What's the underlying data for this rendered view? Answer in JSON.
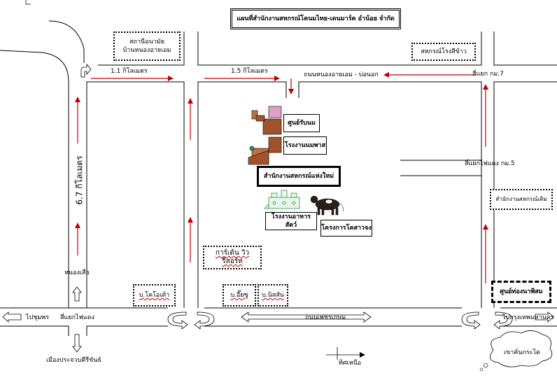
{
  "title": "แผนที่สำนักงานสหกรณ์โคนมไทย-เดนมาร์ค อำน้อย จำกัด",
  "places": {
    "health_station": [
      "สถานีอนามัย",
      "บ้านหนองอายเอม"
    ],
    "rice_coop": "สหกรณ์โรงสีข้าว",
    "milk_collection": "ศูนย์รับนม",
    "milk_factory": "โรงงานนมพาส",
    "head_office": "สำนักงานสหกรณ์แห่งใหม่",
    "feed_factory": "โรงงานอาหารสัตว์",
    "cattle_farm": "โครงการโคสาวจง",
    "old_office": "สำนักงานสหกรณ์เดิม",
    "garden_resort": "การ์เด้น  วิว รีสอร์ท",
    "ban_khot_tao": "บ.โคโอเต้า",
    "ban_mu": "บ.อี๊ยซู",
    "ban_nisat": "บ.นิสสัน",
    "tourist_center": "ศูนย์ท่องนาพิสม",
    "mountain": "เขาคั่นกระได"
  },
  "roads": {
    "dist_1_1": "1.1  กิโลเมตร",
    "dist_1_5": "1.5  กิโลเมตร",
    "nong_ayem_road": "ถนนหนองอายเอม - บ่อนอก",
    "intersection_km7": "สี่แยก กม.7",
    "intersection_km5": "สี่แยกไฟแดง กม.5",
    "dist_6_7": "6.7  กิโลเมตร",
    "nong_luea": "หนองเสือ",
    "phetkasem_road": "ถนนเพชรเกษม",
    "to_chumphon": "ไปชุมพร",
    "traffic_light": "สี่แยกไฟแดง",
    "to_bangkok": "ไปกรุงเทพมหานคร",
    "prachuap": "เมืองประจวบคีรีขันธ์",
    "north": "ทิศเหนือ"
  },
  "colors": {
    "arrow": "#c00000",
    "road": "#000000",
    "factory_green": "#2e9a46",
    "building_brown": "#a0522d",
    "building_pink": "#e0a0c8",
    "cow": "#2a2018"
  }
}
